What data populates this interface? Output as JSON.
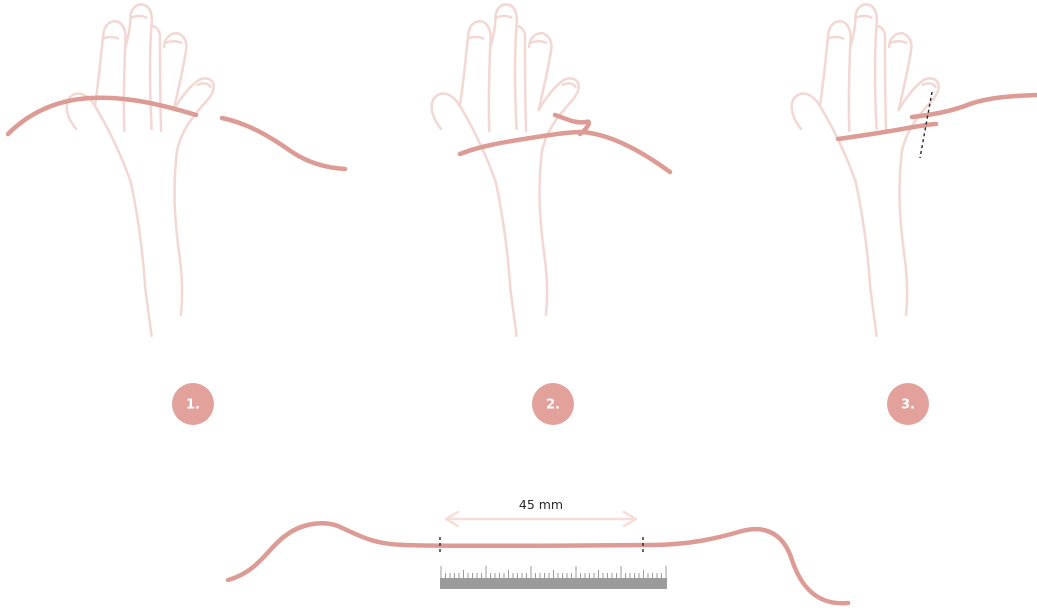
{
  "steps": [
    {
      "label": "1."
    },
    {
      "label": "2."
    },
    {
      "label": "3."
    }
  ],
  "measurement": {
    "label": "45 mm"
  },
  "colors": {
    "hand_outline": "#f3d7d2",
    "string": "#dc9c95",
    "step_badge": "#e3a19b",
    "measure_arrow": "#f7ddd5",
    "ruler": "#9b9b9b",
    "cut_mark": "#23252e"
  },
  "icons": {
    "hand": "hand-outline-icon",
    "ruler": "ruler-icon"
  }
}
